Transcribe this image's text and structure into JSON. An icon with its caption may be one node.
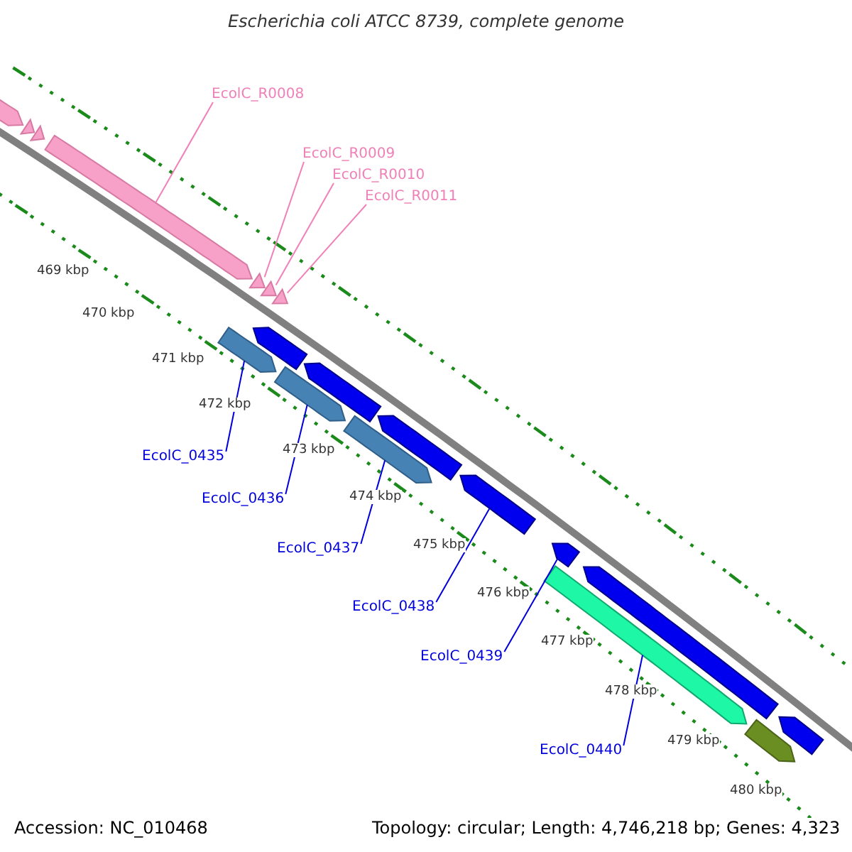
{
  "diagram": {
    "title": "Escherichia coli ATCC 8739, complete genome",
    "nodes": [
      {
        "text": [],
        "shape": "bar"
      },
      {
        "text": [],
        "shape": "triangle"
      },
      {
        "text": [],
        "shape": "triangle"
      },
      {
        "text": [],
        "shape": "bar"
      },
      {
        "text": [],
        "shape": "triangle"
      },
      {
        "text": [],
        "shape": "triangle"
      },
      {
        "text": [],
        "shape": "triangle"
      },
      {
        "text": [
          "EcolC_R0008"
        ]
      },
      {
        "text": [
          "EcolC_R0009"
        ]
      },
      {
        "text": [
          "EcolC_R0010"
        ]
      },
      {
        "text": [
          "EcolC_R0011"
        ]
      },
      {
        "text": [],
        "shape": "bar"
      },
      {
        "text": [],
        "shape": "bar"
      },
      {
        "text": [],
        "shape": "bar"
      },
      {
        "text": [],
        "shape": "bar"
      },
      {
        "text": [],
        "shape": "bar"
      },
      {
        "text": [],
        "shape": "bar"
      },
      {
        "text": [],
        "shape": "bar"
      },
      {
        "text": [],
        "shape": "bar"
      },
      {
        "text": [],
        "shape": "bar"
      },
      {
        "text": [],
        "shape": "bar"
      },
      {
        "text": [],
        "shape": "bar"
      },
      {
        "text": [],
        "shape": "bar"
      },
      {
        "text": [
          "EcolC_0435"
        ]
      },
      {
        "text": [
          "EcolC_0436"
        ]
      },
      {
        "text": [
          "EcolC_0437"
        ]
      },
      {
        "text": [
          "EcolC_0438"
        ]
      },
      {
        "text": [
          "EcolC_0439"
        ]
      },
      {
        "text": [
          "EcolC_0440"
        ]
      }
    ],
    "edges": [
      {
        "from": 7,
        "to": 3,
        "arrow": "none",
        "color": "#f080b8"
      },
      {
        "from": 8,
        "to": 4,
        "arrow": "none",
        "color": "#f080b8"
      },
      {
        "from": 9,
        "to": 5,
        "arrow": "none",
        "color": "#f080b8"
      },
      {
        "from": 10,
        "to": 6,
        "arrow": "none",
        "color": "#f080b8"
      },
      {
        "from": 23,
        "to": 18,
        "arrow": "none"
      },
      {
        "from": 24,
        "to": 19,
        "arrow": "none"
      },
      {
        "from": 25,
        "to": 20,
        "arrow": "none"
      },
      {
        "from": 26,
        "to": 14,
        "arrow": "none"
      },
      {
        "from": 27,
        "to": 15,
        "arrow": "none"
      },
      {
        "from": 28,
        "to": 21,
        "arrow": "none"
      }
    ],
    "labels": [
      "469 kbp",
      "470 kbp",
      "471 kbp",
      "472 kbp",
      "473 kbp",
      "474 kbp",
      "475 kbp",
      "476 kbp",
      "477 kbp",
      "478 kbp",
      "479 kbp",
      "480 kbp",
      "Accession: NC_010468",
      "Topology: circular; Length: 4,746,218 bp; Genes: 4,323"
    ]
  }
}
